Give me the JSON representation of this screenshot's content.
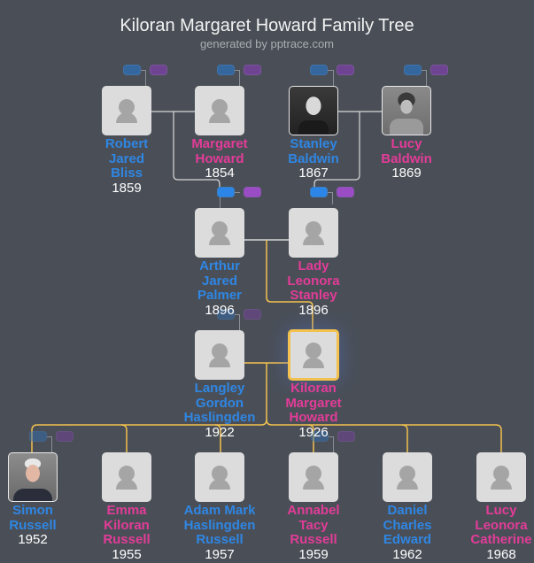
{
  "header": {
    "title": "Kiloran Margaret Howard Family Tree",
    "subtitle": "generated by pptrace.com"
  },
  "colors": {
    "background": "#4a4f57",
    "male": "#2f86e3",
    "female": "#e23c98",
    "lineage": "#f2c14e",
    "connector": "#d8d8d8"
  },
  "generations": {
    "great_grandparents": [
      {
        "name": "Robert Jared Bliss",
        "lines": [
          "Robert",
          "Jared",
          "Bliss"
        ],
        "year": "1859",
        "gender": "male",
        "photo": false
      },
      {
        "name": "Margaret Howard",
        "lines": [
          "Margaret",
          "Howard"
        ],
        "year": "1854",
        "gender": "female",
        "photo": false
      },
      {
        "name": "Stanley Baldwin",
        "lines": [
          "Stanley",
          "Baldwin"
        ],
        "year": "1867",
        "gender": "male",
        "photo": true
      },
      {
        "name": "Lucy Baldwin",
        "lines": [
          "Lucy",
          "Baldwin"
        ],
        "year": "1869",
        "gender": "female",
        "photo": true
      }
    ],
    "grandparents": [
      {
        "name": "Arthur Jared Palmer",
        "lines": [
          "Arthur",
          "Jared",
          "Palmer"
        ],
        "year": "1896",
        "gender": "male",
        "photo": false
      },
      {
        "name": "Lady Leonora Stanley",
        "lines": [
          "Lady",
          "Leonora",
          "Stanley"
        ],
        "year": "1896",
        "gender": "female",
        "photo": false
      }
    ],
    "parents": [
      {
        "name": "Langley Gordon Haslingden",
        "lines": [
          "Langley",
          "Gordon",
          "Haslingden"
        ],
        "year": "1922",
        "gender": "male",
        "photo": false
      },
      {
        "name": "Kiloran Margaret Howard",
        "lines": [
          "Kiloran",
          "Margaret",
          "Howard"
        ],
        "year": "1926",
        "gender": "female",
        "photo": false,
        "selected": true
      }
    ],
    "children": [
      {
        "name": "Simon Russell",
        "lines": [
          "Simon",
          "Russell"
        ],
        "year": "1952",
        "gender": "male",
        "photo": true
      },
      {
        "name": "Emma Kiloran Russell",
        "lines": [
          "Emma",
          "Kiloran",
          "Russell"
        ],
        "year": "1955",
        "gender": "female",
        "photo": false
      },
      {
        "name": "Adam Mark Haslingden Russell",
        "lines": [
          "Adam Mark",
          "Haslingden",
          "Russell"
        ],
        "year": "1957",
        "gender": "male",
        "photo": false
      },
      {
        "name": "Annabel Tacy Russell",
        "lines": [
          "Annabel",
          "Tacy",
          "Russell"
        ],
        "year": "1959",
        "gender": "female",
        "photo": false
      },
      {
        "name": "Daniel Charles Edward",
        "lines": [
          "Daniel",
          "Charles",
          "Edward"
        ],
        "year": "1962",
        "gender": "male",
        "photo": false
      },
      {
        "name": "Lucy Leonora Catherine",
        "lines": [
          "Lucy",
          "Leonora",
          "Catherine"
        ],
        "year": "1968",
        "gender": "female",
        "photo": false
      }
    ]
  },
  "icons": {
    "person_placeholder": "person-silhouette-icon",
    "father_button": "father-pill",
    "mother_button": "mother-pill"
  }
}
